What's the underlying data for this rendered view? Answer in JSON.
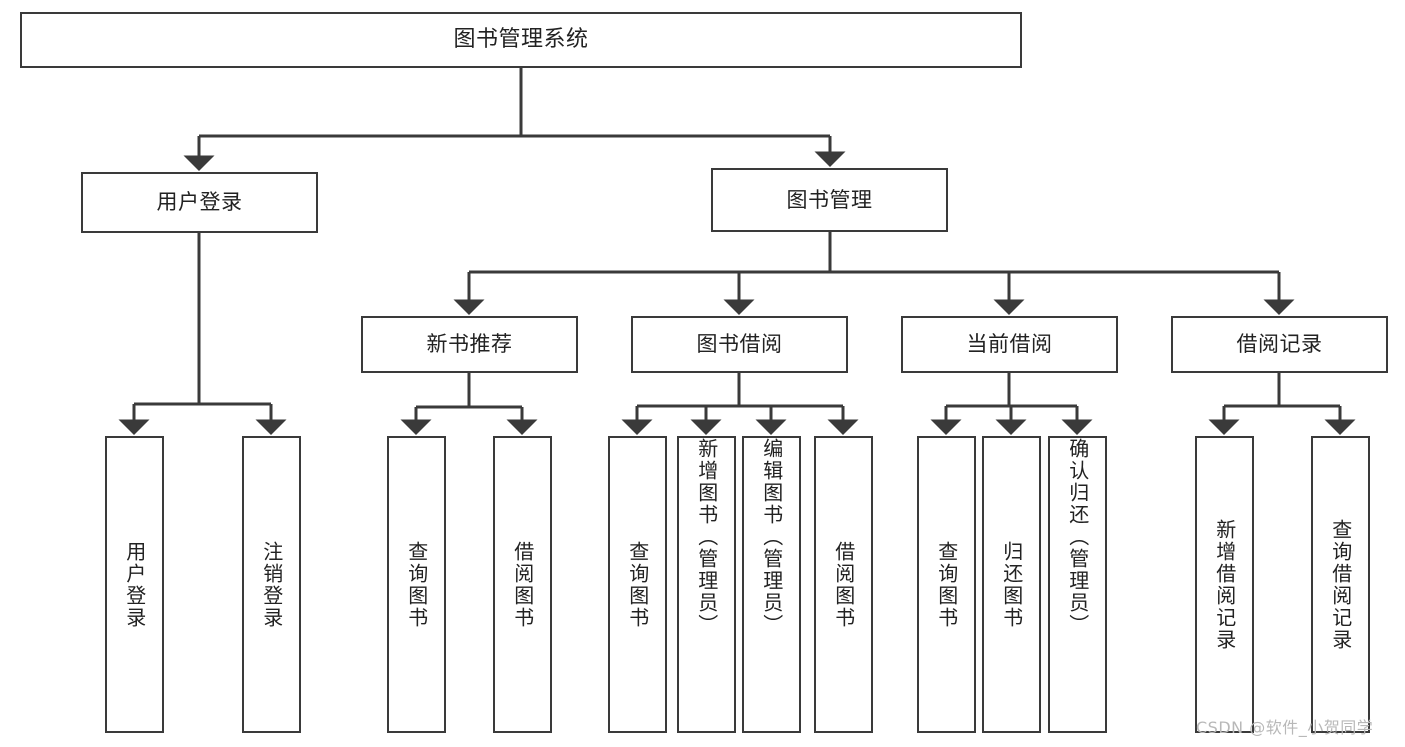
{
  "diagram": {
    "title": "图书管理系统",
    "watermark": "CSDN @软件_小贺同学",
    "colors": {
      "box_border": "#3a3a3a",
      "box_fill": "#ffffff",
      "edge": "#3a3a3a",
      "text": "#222222",
      "watermark": "#b8b8b8",
      "background": "#ffffff"
    },
    "root": {
      "label": "图书管理系统"
    },
    "level1": [
      {
        "label": "用户登录"
      },
      {
        "label": "图书管理"
      }
    ],
    "level2": [
      {
        "label": "新书推荐"
      },
      {
        "label": "图书借阅"
      },
      {
        "label": "当前借阅"
      },
      {
        "label": "借阅记录"
      }
    ],
    "leaves": {
      "user_login": [
        {
          "label": "用户登录"
        },
        {
          "label": "注销登录"
        }
      ],
      "new_book_recommend": [
        {
          "label": "查询图书"
        },
        {
          "label": "借阅图书"
        }
      ],
      "book_borrow": [
        {
          "label": "查询图书"
        },
        {
          "label": "新增图书（管理员）"
        },
        {
          "label": "编辑图书（管理员）"
        },
        {
          "label": "借阅图书"
        }
      ],
      "current_borrow": [
        {
          "label": "查询图书"
        },
        {
          "label": "归还图书"
        },
        {
          "label": "确认归还（管理员）"
        }
      ],
      "borrow_record": [
        {
          "label": "新增借阅记录"
        },
        {
          "label": "查询借阅记录"
        }
      ]
    }
  }
}
